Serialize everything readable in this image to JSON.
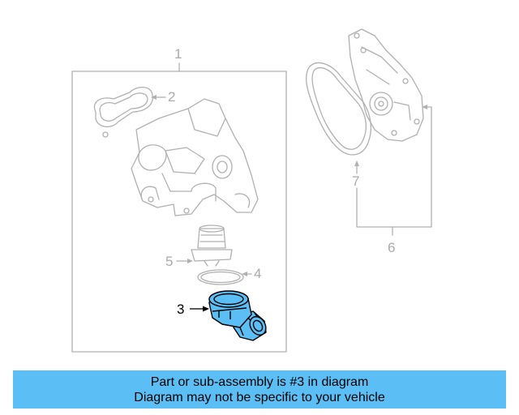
{
  "callouts": {
    "c1": "1",
    "c2": "2",
    "c3": "3",
    "c4": "4",
    "c5": "5",
    "c6": "6",
    "c7": "7"
  },
  "highlight_part": "3",
  "colors": {
    "highlight": "#5bbff5",
    "line_art": "#b0b0b0",
    "banner": "#5bbff5"
  },
  "banner": {
    "line1": "Part or sub-assembly is #3 in diagram",
    "line2": "Diagram may not be specific to your vehicle"
  }
}
